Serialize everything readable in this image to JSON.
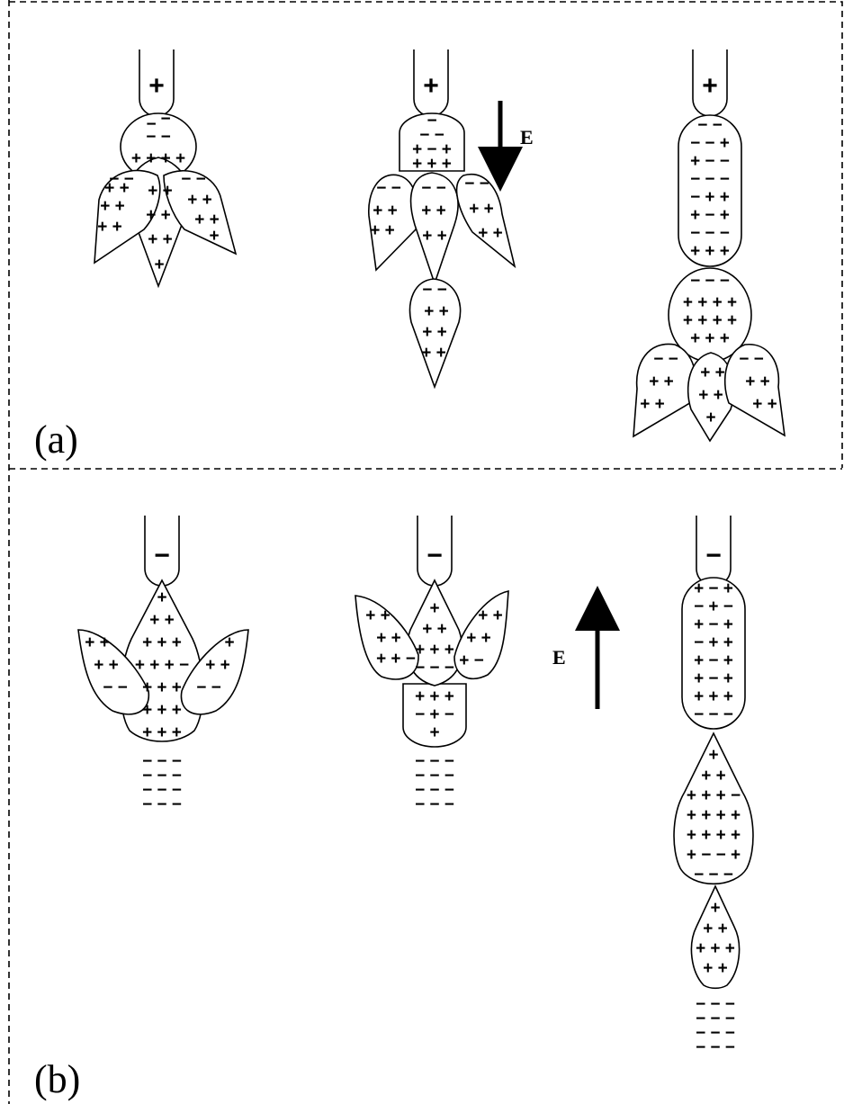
{
  "panels": [
    {
      "id": "a",
      "label": "(a)",
      "electrode_sign": "+",
      "field_label": "E",
      "field_direction": "down"
    },
    {
      "id": "b",
      "label": "(b)",
      "electrode_sign": "−",
      "field_label": "E",
      "field_direction": "up"
    }
  ],
  "charge_symbols": {
    "positive": "+",
    "negative": "−"
  },
  "colors": {
    "ink": "#000000",
    "background": "#ffffff"
  }
}
